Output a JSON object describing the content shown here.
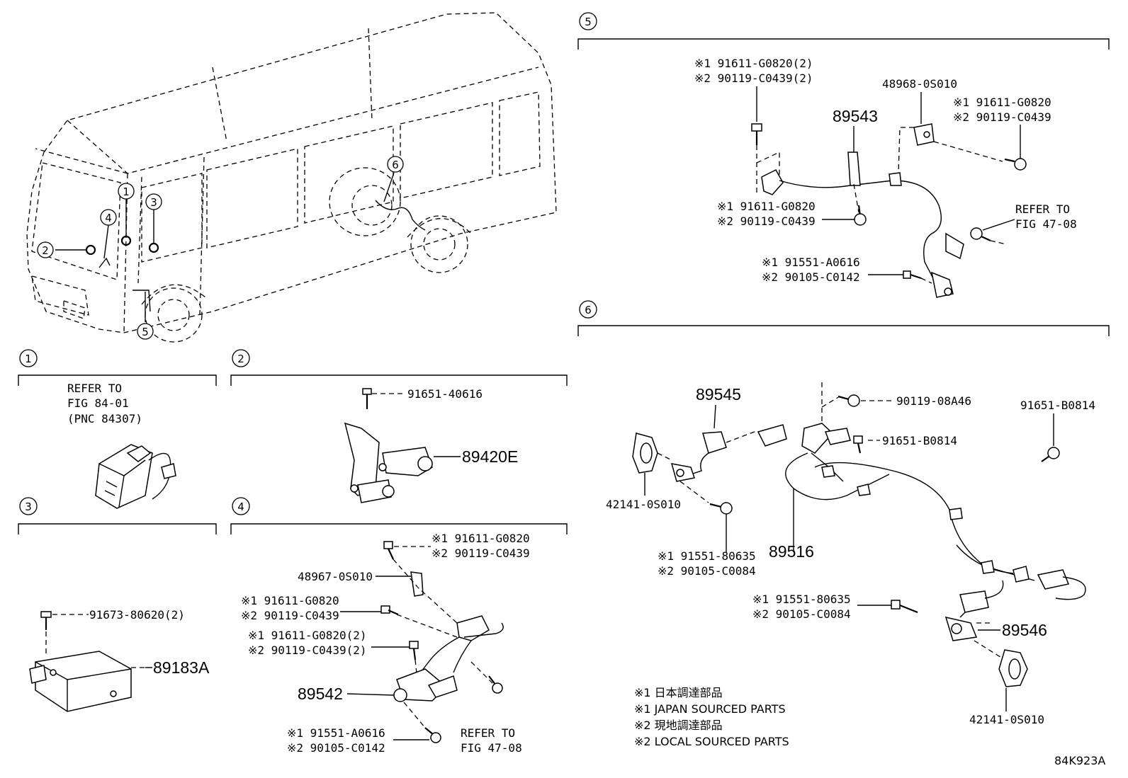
{
  "callouts": {
    "c1": "1",
    "c2": "2",
    "c3": "3",
    "c4": "4",
    "c5": "5",
    "c6": "6"
  },
  "section1": {
    "refer_line1": "REFER TO",
    "refer_line2": "FIG 84-01",
    "refer_line3": "(PNC 84307)"
  },
  "section2": {
    "bolt": "91651-40616",
    "sensor": "89420E"
  },
  "section3": {
    "bolt": "91673-80620(2)",
    "module": "89183A"
  },
  "section4": {
    "bolt_top_1": "※1 91611-G0820",
    "bolt_top_2": "※2 90119-C0439",
    "bracket": "48967-0S010",
    "bolt_mid_1": "※1 91611-G0820",
    "bolt_mid_2": "※2 90119-C0439",
    "bolt_low_1": "※1 91611-G0820(2)",
    "bolt_low_2": "※2 90119-C0439(2)",
    "harness": "89542",
    "bolt_bot_1": "※1 91551-A0616",
    "bolt_bot_2": "※2 90105-C0142",
    "refer_1": "REFER TO",
    "refer_2": "FIG 47-08"
  },
  "section5": {
    "bolt_tl_1": "※1 91611-G0820(2)",
    "bolt_tl_2": "※2 90119-C0439(2)",
    "sensor": "89543",
    "bracket": "48968-0S010",
    "bolt_tr_1": "※1 91611-G0820",
    "bolt_tr_2": "※2 90119-C0439",
    "bolt_ml_1": "※1 91611-G0820",
    "bolt_ml_2": "※2 90119-C0439",
    "refer_1": "REFER TO",
    "refer_2": "FIG 47-08",
    "bolt_bl_1": "※1 91551-A0616",
    "bolt_bl_2": "※2 90105-C0142"
  },
  "section6": {
    "sensor_l": "89545",
    "bolt_top": "90119-08A46",
    "bolt_tr": "91651-B0814",
    "bolt_mid": "91651-B0814",
    "ring_l": "42141-0S010",
    "bolt_l_1": "※1 91551-80635",
    "bolt_l_2": "※2 90105-C0084",
    "harness": "89516",
    "bolt_r_1": "※1 91551-80635",
    "bolt_r_2": "※2 90105-C0084",
    "sensor_r": "89546",
    "ring_r": "42141-0S010"
  },
  "legend": {
    "l1": "※1 日本調達部品",
    "l2": "※1 JAPAN SOURCED PARTS",
    "l3": "※2 現地調達部品",
    "l4": "※2 LOCAL SOURCED PARTS"
  },
  "code": "84K923A"
}
